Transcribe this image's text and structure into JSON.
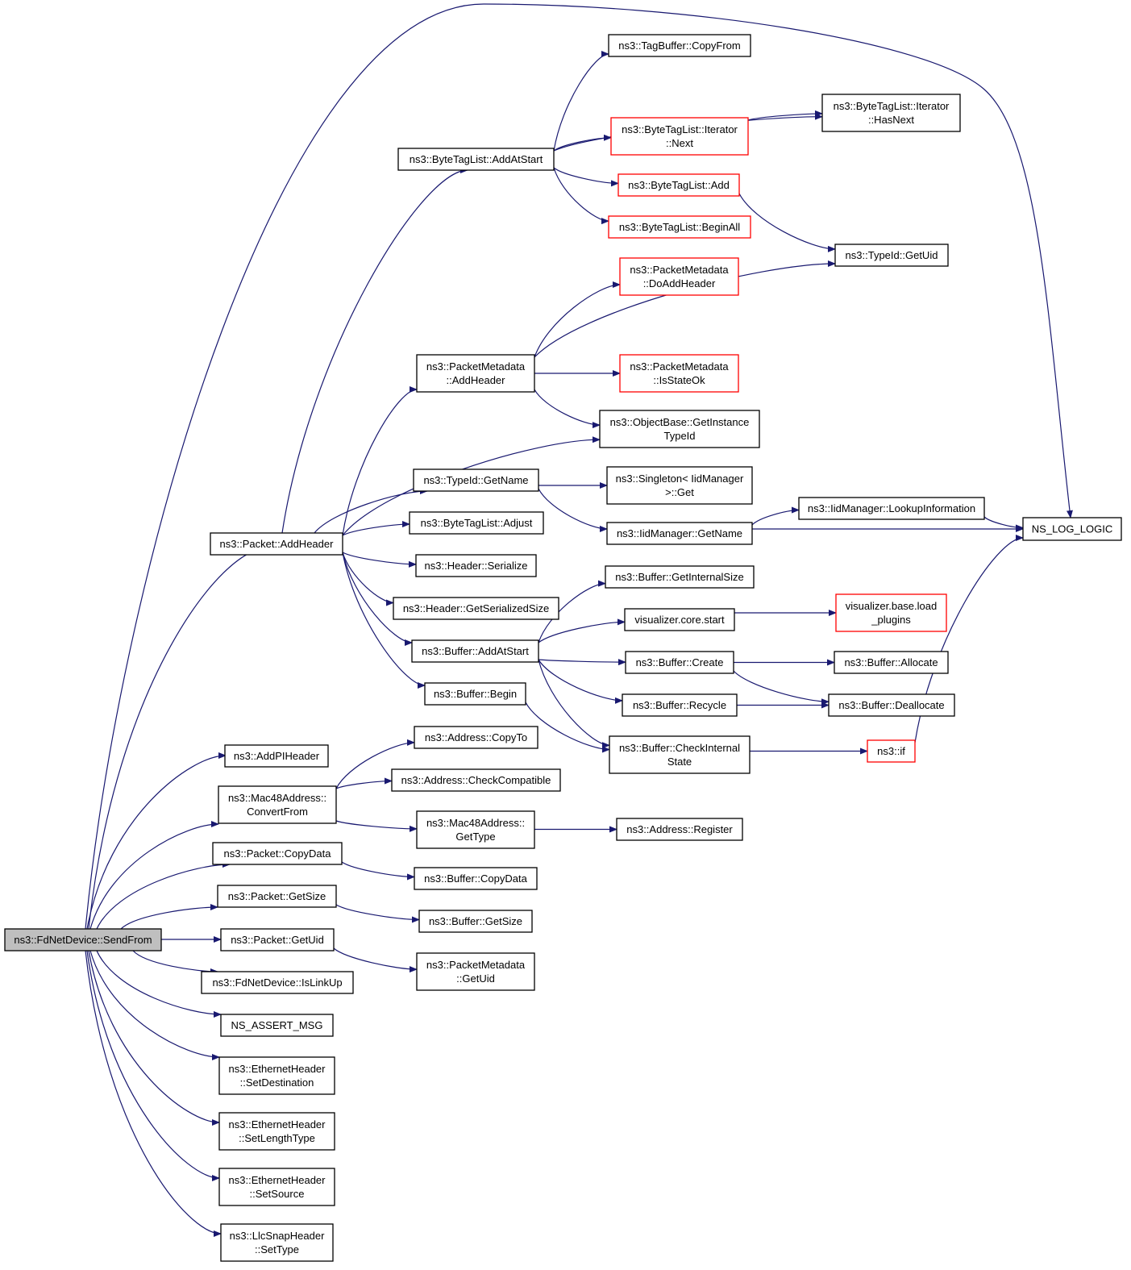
{
  "colors": {
    "edge": "#191970",
    "node_border": "#000000",
    "node_border_truncated": "#ff0000",
    "node_fill": "#ffffff",
    "root_fill": "#bfbfbf",
    "text": "#000000"
  },
  "nodes": [
    {
      "id": "send_from",
      "lines": [
        "ns3::FdNetDevice::SendFrom"
      ],
      "style": "root"
    },
    {
      "id": "pkt_add_header",
      "lines": [
        "ns3::Packet::AddHeader"
      ],
      "style": "normal"
    },
    {
      "id": "add_pi_header",
      "lines": [
        "ns3::AddPIHeader"
      ],
      "style": "normal"
    },
    {
      "id": "mac48_convert",
      "lines": [
        "ns3::Mac48Address::",
        "ConvertFrom"
      ],
      "style": "normal"
    },
    {
      "id": "pkt_copy_data",
      "lines": [
        "ns3::Packet::CopyData"
      ],
      "style": "normal"
    },
    {
      "id": "pkt_get_size",
      "lines": [
        "ns3::Packet::GetSize"
      ],
      "style": "normal"
    },
    {
      "id": "pkt_get_uid",
      "lines": [
        "ns3::Packet::GetUid"
      ],
      "style": "normal"
    },
    {
      "id": "fd_is_link_up",
      "lines": [
        "ns3::FdNetDevice::IsLinkUp"
      ],
      "style": "normal"
    },
    {
      "id": "ns_assert_msg",
      "lines": [
        "NS_ASSERT_MSG"
      ],
      "style": "normal"
    },
    {
      "id": "eth_set_dest",
      "lines": [
        "ns3::EthernetHeader",
        "::SetDestination"
      ],
      "style": "normal"
    },
    {
      "id": "eth_set_length",
      "lines": [
        "ns3::EthernetHeader",
        "::SetLengthType"
      ],
      "style": "normal"
    },
    {
      "id": "eth_set_source",
      "lines": [
        "ns3::EthernetHeader",
        "::SetSource"
      ],
      "style": "normal"
    },
    {
      "id": "llc_set_type",
      "lines": [
        "ns3::LlcSnapHeader",
        "::SetType"
      ],
      "style": "normal"
    },
    {
      "id": "btl_add_at_start",
      "lines": [
        "ns3::ByteTagList::AddAtStart"
      ],
      "style": "normal"
    },
    {
      "id": "pm_add_header",
      "lines": [
        "ns3::PacketMetadata",
        "::AddHeader"
      ],
      "style": "normal"
    },
    {
      "id": "typeid_get_name",
      "lines": [
        "ns3::TypeId::GetName"
      ],
      "style": "normal"
    },
    {
      "id": "btl_adjust",
      "lines": [
        "ns3::ByteTagList::Adjust"
      ],
      "style": "normal"
    },
    {
      "id": "header_serialize",
      "lines": [
        "ns3::Header::Serialize"
      ],
      "style": "normal"
    },
    {
      "id": "header_get_ser_size",
      "lines": [
        "ns3::Header::GetSerializedSize"
      ],
      "style": "normal"
    },
    {
      "id": "buf_add_at_start",
      "lines": [
        "ns3::Buffer::AddAtStart"
      ],
      "style": "normal"
    },
    {
      "id": "buf_begin",
      "lines": [
        "ns3::Buffer::Begin"
      ],
      "style": "normal"
    },
    {
      "id": "addr_copy_to",
      "lines": [
        "ns3::Address::CopyTo"
      ],
      "style": "normal"
    },
    {
      "id": "addr_check_compat",
      "lines": [
        "ns3::Address::CheckCompatible"
      ],
      "style": "normal"
    },
    {
      "id": "mac48_get_type",
      "lines": [
        "ns3::Mac48Address::",
        "GetType"
      ],
      "style": "normal"
    },
    {
      "id": "buf_copy_data",
      "lines": [
        "ns3::Buffer::CopyData"
      ],
      "style": "normal"
    },
    {
      "id": "buf_get_size",
      "lines": [
        "ns3::Buffer::GetSize"
      ],
      "style": "normal"
    },
    {
      "id": "pm_get_uid",
      "lines": [
        "ns3::PacketMetadata",
        "::GetUid"
      ],
      "style": "normal"
    },
    {
      "id": "tagbuf_copy_from",
      "lines": [
        "ns3::TagBuffer::CopyFrom"
      ],
      "style": "normal"
    },
    {
      "id": "btl_iter_next",
      "lines": [
        "ns3::ByteTagList::Iterator",
        "::Next"
      ],
      "style": "truncated"
    },
    {
      "id": "btl_add",
      "lines": [
        "ns3::ByteTagList::Add"
      ],
      "style": "truncated"
    },
    {
      "id": "btl_begin_all",
      "lines": [
        "ns3::ByteTagList::BeginAll"
      ],
      "style": "truncated"
    },
    {
      "id": "pm_do_add_header",
      "lines": [
        "ns3::PacketMetadata",
        "::DoAddHeader"
      ],
      "style": "truncated"
    },
    {
      "id": "pm_is_state_ok",
      "lines": [
        "ns3::PacketMetadata",
        "::IsStateOk"
      ],
      "style": "truncated"
    },
    {
      "id": "ob_get_instance_tid",
      "lines": [
        "ns3::ObjectBase::GetInstance",
        "TypeId"
      ],
      "style": "normal"
    },
    {
      "id": "singleton_get",
      "lines": [
        "ns3::Singleton< IidManager",
        " >::Get"
      ],
      "style": "normal"
    },
    {
      "id": "iid_get_name",
      "lines": [
        "ns3::IidManager::GetName"
      ],
      "style": "normal"
    },
    {
      "id": "buf_get_internal_size",
      "lines": [
        "ns3::Buffer::GetInternalSize"
      ],
      "style": "normal"
    },
    {
      "id": "vis_core_start",
      "lines": [
        "visualizer.core.start"
      ],
      "style": "normal"
    },
    {
      "id": "buf_create",
      "lines": [
        "ns3::Buffer::Create"
      ],
      "style": "normal"
    },
    {
      "id": "buf_recycle",
      "lines": [
        "ns3::Buffer::Recycle"
      ],
      "style": "normal"
    },
    {
      "id": "buf_check_internal",
      "lines": [
        "ns3::Buffer::CheckInternal",
        "State"
      ],
      "style": "normal"
    },
    {
      "id": "addr_register",
      "lines": [
        "ns3::Address::Register"
      ],
      "style": "normal"
    },
    {
      "id": "btl_iter_has_next",
      "lines": [
        "ns3::ByteTagList::Iterator",
        "::HasNext"
      ],
      "style": "normal"
    },
    {
      "id": "typeid_get_uid",
      "lines": [
        "ns3::TypeId::GetUid"
      ],
      "style": "normal"
    },
    {
      "id": "iid_lookup_info",
      "lines": [
        "ns3::IidManager::LookupInformation"
      ],
      "style": "normal"
    },
    {
      "id": "vis_base_load_plugins",
      "lines": [
        "visualizer.base.load",
        "_plugins"
      ],
      "style": "truncated"
    },
    {
      "id": "buf_allocate",
      "lines": [
        "ns3::Buffer::Allocate"
      ],
      "style": "normal"
    },
    {
      "id": "buf_deallocate",
      "lines": [
        "ns3::Buffer::Deallocate"
      ],
      "style": "normal"
    },
    {
      "id": "ns3_if",
      "lines": [
        "ns3::if"
      ],
      "style": "truncated"
    },
    {
      "id": "ns_log_logic",
      "lines": [
        "NS_LOG_LOGIC"
      ],
      "style": "normal"
    }
  ],
  "edges": [
    [
      "send_from",
      "pkt_add_header"
    ],
    [
      "send_from",
      "add_pi_header"
    ],
    [
      "send_from",
      "mac48_convert"
    ],
    [
      "send_from",
      "pkt_copy_data"
    ],
    [
      "send_from",
      "pkt_get_size"
    ],
    [
      "send_from",
      "pkt_get_uid"
    ],
    [
      "send_from",
      "fd_is_link_up"
    ],
    [
      "send_from",
      "ns_assert_msg"
    ],
    [
      "send_from",
      "eth_set_dest"
    ],
    [
      "send_from",
      "eth_set_length"
    ],
    [
      "send_from",
      "eth_set_source"
    ],
    [
      "send_from",
      "llc_set_type"
    ],
    [
      "send_from",
      "ns_log_logic"
    ],
    [
      "pkt_add_header",
      "btl_add_at_start"
    ],
    [
      "pkt_add_header",
      "pm_add_header"
    ],
    [
      "pkt_add_header",
      "ob_get_instance_tid"
    ],
    [
      "pkt_add_header",
      "typeid_get_name"
    ],
    [
      "pkt_add_header",
      "btl_adjust"
    ],
    [
      "pkt_add_header",
      "header_serialize"
    ],
    [
      "pkt_add_header",
      "header_get_ser_size"
    ],
    [
      "pkt_add_header",
      "buf_add_at_start"
    ],
    [
      "pkt_add_header",
      "buf_begin"
    ],
    [
      "btl_add_at_start",
      "tagbuf_copy_from"
    ],
    [
      "btl_add_at_start",
      "btl_iter_has_next"
    ],
    [
      "btl_add_at_start",
      "btl_iter_next"
    ],
    [
      "btl_add_at_start",
      "btl_add"
    ],
    [
      "btl_add_at_start",
      "btl_begin_all"
    ],
    [
      "btl_iter_next",
      "btl_iter_has_next"
    ],
    [
      "btl_add",
      "typeid_get_uid"
    ],
    [
      "pm_add_header",
      "pm_do_add_header"
    ],
    [
      "pm_add_header",
      "typeid_get_uid"
    ],
    [
      "pm_add_header",
      "pm_is_state_ok"
    ],
    [
      "pm_add_header",
      "ob_get_instance_tid"
    ],
    [
      "typeid_get_name",
      "singleton_get"
    ],
    [
      "typeid_get_name",
      "iid_get_name"
    ],
    [
      "iid_get_name",
      "iid_lookup_info"
    ],
    [
      "iid_get_name",
      "ns_log_logic"
    ],
    [
      "iid_lookup_info",
      "ns_log_logic"
    ],
    [
      "buf_add_at_start",
      "buf_get_internal_size"
    ],
    [
      "buf_add_at_start",
      "vis_core_start"
    ],
    [
      "buf_add_at_start",
      "buf_create"
    ],
    [
      "buf_add_at_start",
      "buf_recycle"
    ],
    [
      "buf_add_at_start",
      "buf_check_internal"
    ],
    [
      "buf_begin",
      "buf_check_internal"
    ],
    [
      "vis_core_start",
      "vis_base_load_plugins"
    ],
    [
      "buf_create",
      "buf_allocate"
    ],
    [
      "buf_create",
      "buf_deallocate"
    ],
    [
      "buf_recycle",
      "buf_deallocate"
    ],
    [
      "buf_check_internal",
      "ns3_if"
    ],
    [
      "ns3_if",
      "ns_log_logic"
    ],
    [
      "mac48_convert",
      "addr_copy_to"
    ],
    [
      "mac48_convert",
      "addr_check_compat"
    ],
    [
      "mac48_convert",
      "mac48_get_type"
    ],
    [
      "mac48_get_type",
      "addr_register"
    ],
    [
      "pkt_copy_data",
      "buf_copy_data"
    ],
    [
      "pkt_get_size",
      "buf_get_size"
    ],
    [
      "pkt_get_uid",
      "pm_get_uid"
    ]
  ]
}
